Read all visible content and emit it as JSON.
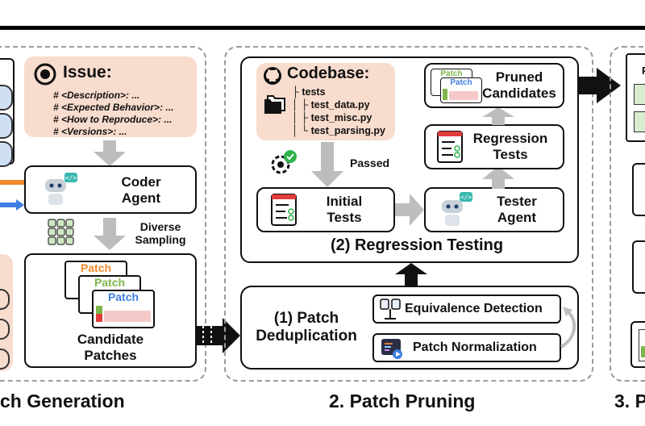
{
  "sections": {
    "generation_title": "ch Generation",
    "pruning_title": "2. Patch Pruning",
    "next_title": "3. P"
  },
  "issue": {
    "title": "Issue:",
    "lines": [
      "# <Description>: ...",
      "# <Expected Behavior>: ...",
      "# <How to Reproduce>: ...",
      "# <Versions>: ..."
    ]
  },
  "coder_agent": {
    "line1": "Coder",
    "line2": "Agent"
  },
  "diverse_sampling": {
    "line1": "Diverse",
    "line2": "Sampling"
  },
  "candidate_patches": {
    "line1": "Candidate",
    "line2": "Patches",
    "patch_labels": [
      "Patch",
      "Patch",
      "Patch"
    ]
  },
  "codebase": {
    "title": "Codebase:",
    "folder": "tests",
    "files": [
      "test_data.py",
      "test_misc.py",
      "test_parsing.py"
    ]
  },
  "passed_label": "Passed",
  "initial_tests": {
    "line1": "Initial",
    "line2": "Tests"
  },
  "tester_agent": {
    "line1": "Tester",
    "line2": "Agent"
  },
  "regression_tests": {
    "line1": "Regression",
    "line2": "Tests"
  },
  "pruned_candidates": {
    "line1": "Pruned",
    "line2": "Candidates",
    "patch_labels": [
      "Patch",
      "Patch"
    ]
  },
  "regression_testing_label": "(2) Regression Testing",
  "deduplication": {
    "line1": "(1) Patch",
    "line2": "Deduplication"
  },
  "equivalence_detection": "Equivalence Detection",
  "patch_normalization": "Patch Normalization",
  "right_panel": {
    "item_label": "P"
  },
  "colors": {
    "peach": "#f8dccd",
    "orange": "#f08a2c",
    "green": "#7fb64b",
    "blue": "#3f7ee0",
    "light_blue": "#cfe0f5",
    "red": "#e23b3b",
    "gray_arrow": "#bdbdbd"
  }
}
